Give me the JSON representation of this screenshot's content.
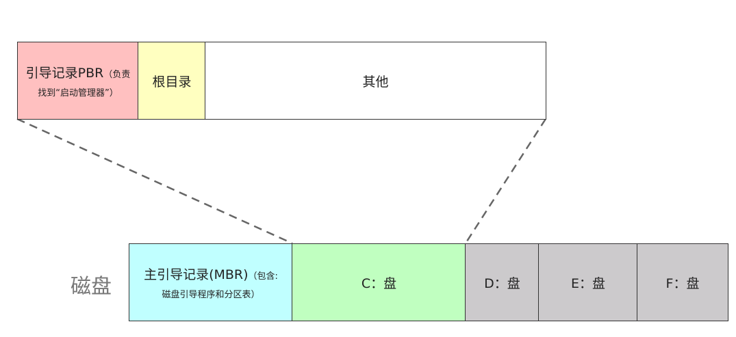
{
  "partition_detail": {
    "pbr": {
      "title": "引导记录PBR",
      "note_1": "（负责",
      "note_2": "找到“启动管理器”）",
      "color": "#ffc0c0"
    },
    "root_dir": {
      "label": "根目录",
      "color": "#ffffc0"
    },
    "other": {
      "label": "其他",
      "color": "#ffffff"
    }
  },
  "disk": {
    "label": "磁盘",
    "mbr": {
      "title": "主引导记录(MBR)",
      "note_1": "（包含:",
      "note_2": "磁盘引导程序和分区表）",
      "color": "#c0ffff"
    },
    "partitions": [
      {
        "label": "C：盘",
        "color": "#c0ffc0"
      },
      {
        "label": "D：盘",
        "color": "#cccacc"
      },
      {
        "label": "E：盘",
        "color": "#cccacc"
      },
      {
        "label": "F：盘",
        "color": "#cccacc"
      }
    ]
  }
}
